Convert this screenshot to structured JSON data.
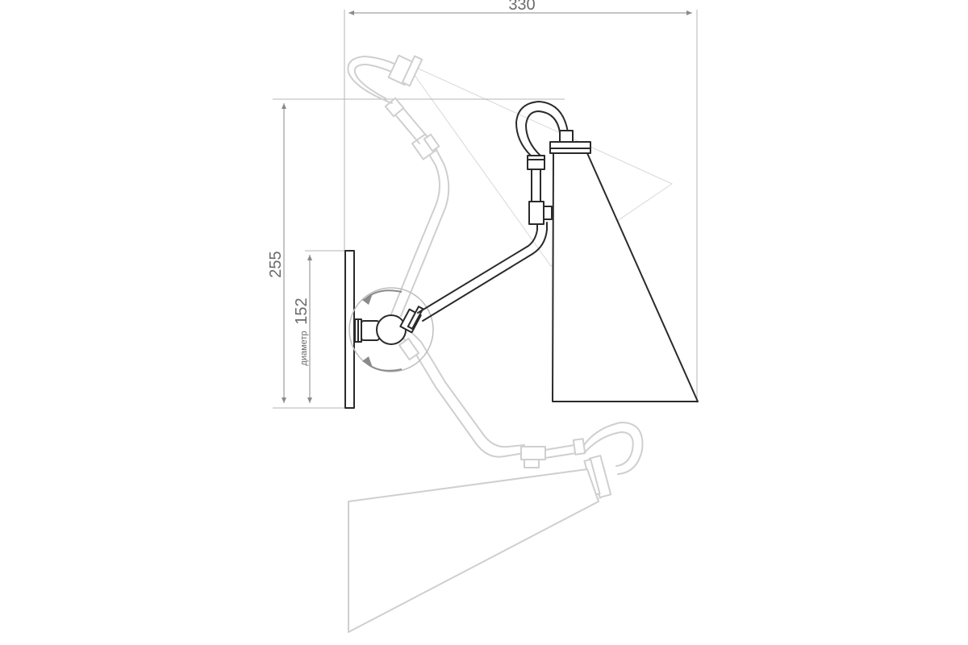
{
  "dimensions": {
    "width": "330",
    "height": "255",
    "base_diameter_value": "152",
    "base_diameter_label": "диаметр"
  },
  "colors": {
    "main_stroke": "#2a2a2a",
    "ghost_stroke": "#cfcfcf",
    "dimension_text": "#6b6b6b",
    "background": "#ffffff"
  }
}
